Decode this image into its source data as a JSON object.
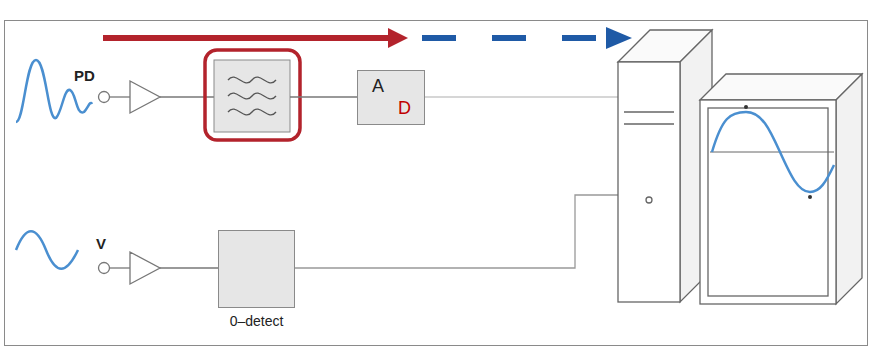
{
  "diagram": {
    "nodes": [
      {
        "text": [
          "A",
          "D"
        ]
      },
      {
        "text": [
          "0–detect"
        ]
      }
    ],
    "labels": [
      "PD",
      "V"
    ]
  }
}
